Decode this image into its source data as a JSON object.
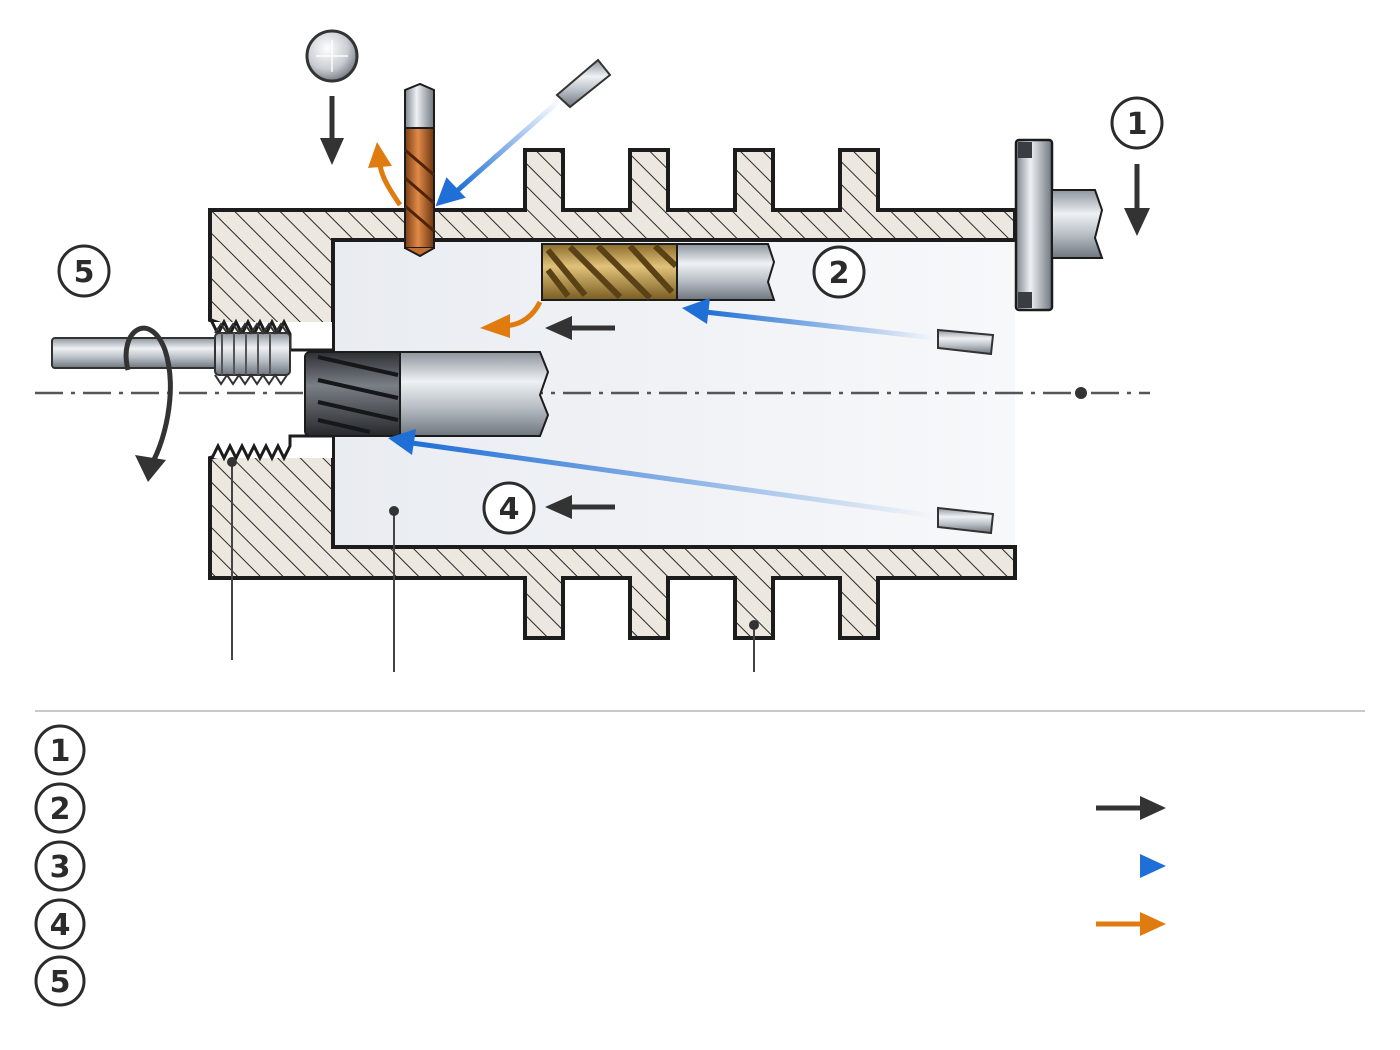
{
  "markers": {
    "m1": "1",
    "m2": "2",
    "m4": "4",
    "m5": "5"
  },
  "legend": {
    "items": [
      {
        "num": "1"
      },
      {
        "num": "2"
      },
      {
        "num": "3"
      },
      {
        "num": "4"
      },
      {
        "num": "5"
      }
    ],
    "arrows": [
      {
        "color": "#333333"
      },
      {
        "color": "#1f6fd6"
      },
      {
        "color": "#e07b10"
      }
    ]
  },
  "colors": {
    "housing_fill": "#ece7df",
    "hatch": "#2a2a2a",
    "bore_fill": "#eef0f4",
    "dark_arrow": "#333333",
    "blue_arrow": "#1f6fd6",
    "orange_arrow": "#e07b10"
  }
}
